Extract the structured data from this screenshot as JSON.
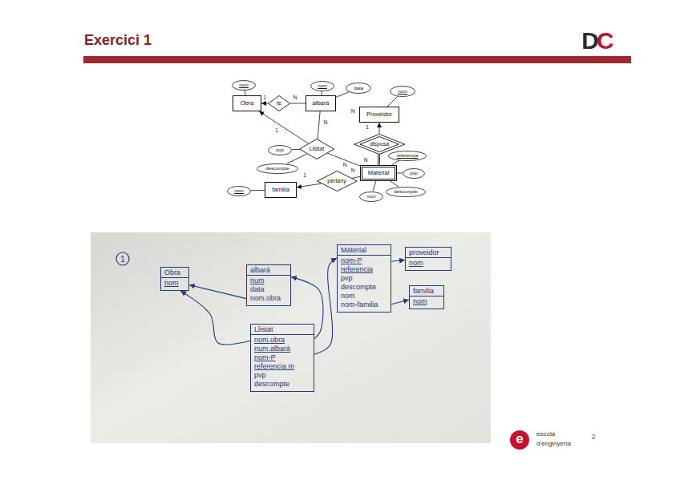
{
  "diagram": {
    "title": "Exercici 1",
    "nodes": [
      {
        "text": [
          "nom"
        ]
      },
      {
        "text": [
          "num"
        ]
      },
      {
        "text": [
          "data"
        ]
      },
      {
        "text": [
          "nom"
        ]
      },
      {
        "text": [
          "Obra"
        ]
      },
      {
        "text": [
          "te"
        ]
      },
      {
        "text": [
          "albarà"
        ]
      },
      {
        "text": [
          "Proveidor"
        ]
      },
      {
        "text": [
          "disposa"
        ]
      },
      {
        "text": [
          "Llistat"
        ]
      },
      {
        "text": [
          "pvp"
        ]
      },
      {
        "text": [
          "referencia"
        ]
      },
      {
        "text": [
          "Material"
        ]
      },
      {
        "text": [
          "pvp"
        ]
      },
      {
        "text": [
          "descompte"
        ]
      },
      {
        "text": [
          "pertany"
        ]
      },
      {
        "text": [
          "familia"
        ]
      },
      {
        "text": [
          "nom"
        ]
      },
      {
        "text": [
          "descompte"
        ]
      },
      {
        "text": [
          "nom"
        ]
      },
      {
        "text": [
          "Obra",
          "nom"
        ]
      },
      {
        "text": [
          "albarà",
          "num",
          "data",
          "nom.obra"
        ]
      },
      {
        "text": [
          "Llistat",
          "nom.obra",
          "num.albarà",
          "nom-P",
          "referencia m",
          "pvp",
          "descompte"
        ]
      },
      {
        "text": [
          "Material",
          "nom-P",
          "referencia",
          "pvp",
          "descompte",
          "nom",
          "nom-familia"
        ]
      },
      {
        "text": [
          "proveidor",
          "nom"
        ]
      },
      {
        "text": [
          "familia",
          "nom"
        ]
      }
    ],
    "edges": [
      {
        "from": 0,
        "to": 4,
        "arrow": "none"
      },
      {
        "from": 1,
        "to": 6,
        "arrow": "none"
      },
      {
        "from": 2,
        "to": 6,
        "arrow": "none"
      },
      {
        "from": 3,
        "to": 7,
        "arrow": "none"
      },
      {
        "from": 5,
        "to": 4,
        "arrow": "to"
      },
      {
        "from": 5,
        "to": 6,
        "arrow": "none"
      },
      {
        "from": 6,
        "to": 9,
        "arrow": "none"
      },
      {
        "from": 9,
        "to": 4,
        "arrow": "to"
      },
      {
        "from": 10,
        "to": 9,
        "arrow": "none"
      },
      {
        "from": 14,
        "to": 9,
        "arrow": "none"
      },
      {
        "from": 9,
        "to": 12,
        "arrow": "none"
      },
      {
        "from": 8,
        "to": 7,
        "arrow": "to"
      },
      {
        "from": 8,
        "to": 12,
        "arrow": "none"
      },
      {
        "from": 11,
        "to": 12,
        "arrow": "none"
      },
      {
        "from": 13,
        "to": 12,
        "arrow": "none"
      },
      {
        "from": 18,
        "to": 12,
        "arrow": "none"
      },
      {
        "from": 19,
        "to": 12,
        "arrow": "none"
      },
      {
        "from": 12,
        "to": 15,
        "arrow": "none"
      },
      {
        "from": 15,
        "to": 16,
        "arrow": "to"
      },
      {
        "from": 17,
        "to": 16,
        "arrow": "none"
      },
      {
        "from": 21,
        "to": 20,
        "arrow": "to"
      },
      {
        "from": 22,
        "to": 20,
        "arrow": "to"
      },
      {
        "from": 22,
        "to": 21,
        "arrow": "to"
      },
      {
        "from": 22,
        "to": 23,
        "arrow": "to"
      },
      {
        "from": 23,
        "to": 24,
        "arrow": "to"
      },
      {
        "from": 23,
        "to": 25,
        "arrow": "to"
      }
    ],
    "labels": [
      "DC",
      "1",
      "N",
      "N",
      "1",
      "N",
      "1",
      "N",
      "N",
      "1",
      "N",
      "1",
      "e",
      "escola",
      "d'enginyeria",
      "2"
    ]
  }
}
